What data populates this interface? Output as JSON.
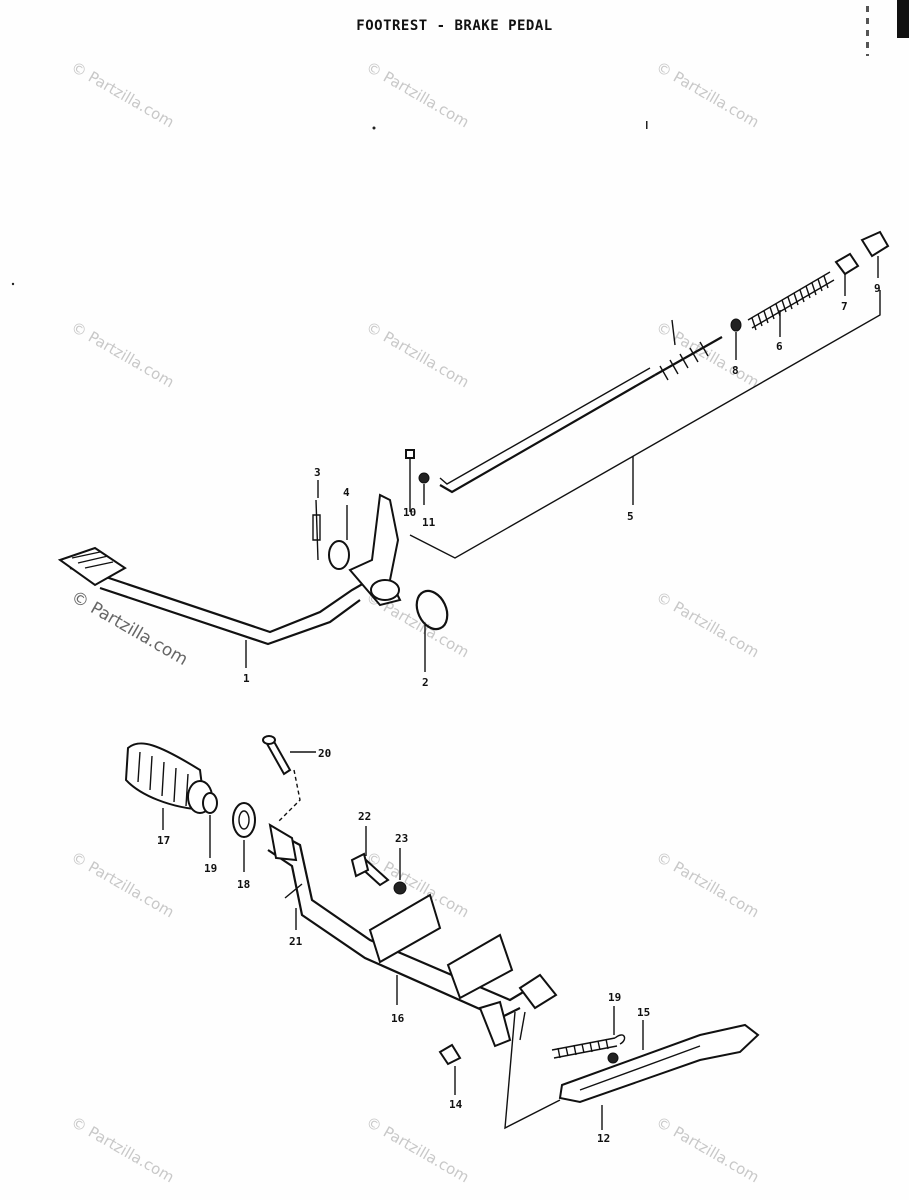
{
  "title": "FOOTREST - BRAKE PEDAL",
  "watermark_text": "© Partzilla.com",
  "callouts": [
    "1",
    "2",
    "3",
    "4",
    "5",
    "6",
    "7",
    "8",
    "9",
    "10",
    "11",
    "12",
    "14",
    "15",
    "16",
    "17",
    "18",
    "19",
    "20",
    "21",
    "22",
    "23"
  ],
  "colors": {
    "ink": "#111111",
    "paper": "#fefefe",
    "watermark": "#c8c8c8"
  }
}
